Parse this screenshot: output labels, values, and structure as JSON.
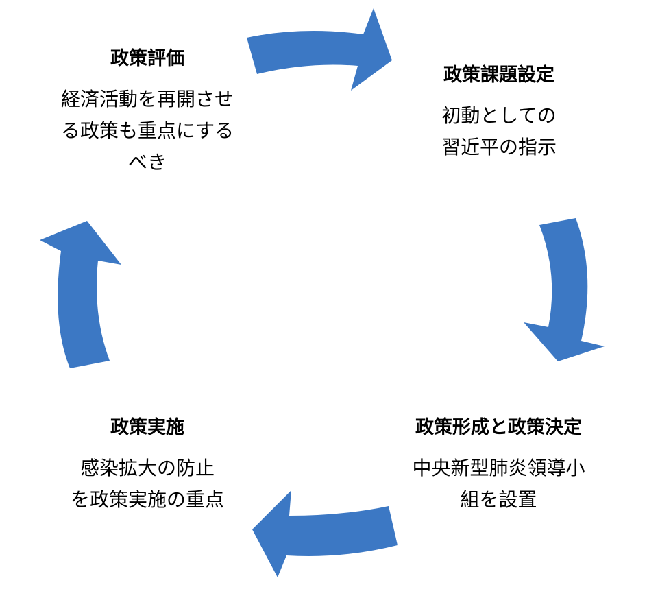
{
  "colors": {
    "arrow": "#3C78C4",
    "text": "#000000",
    "background": "#FFFFFF"
  },
  "stages": {
    "evaluation": {
      "title": "政策評価",
      "body": "経済活動を再開させ\nる政策も重点にする\nべき"
    },
    "issue_setting": {
      "title": "政策課題設定",
      "body": "初動としての\n習近平の指示"
    },
    "formulation": {
      "title": "政策形成と政策決定",
      "body": "中央新型肺炎領導小\n組を設置"
    },
    "implementation": {
      "title": "政策実施",
      "body": "感染拡大の防止\nを政策実施の重点"
    }
  }
}
